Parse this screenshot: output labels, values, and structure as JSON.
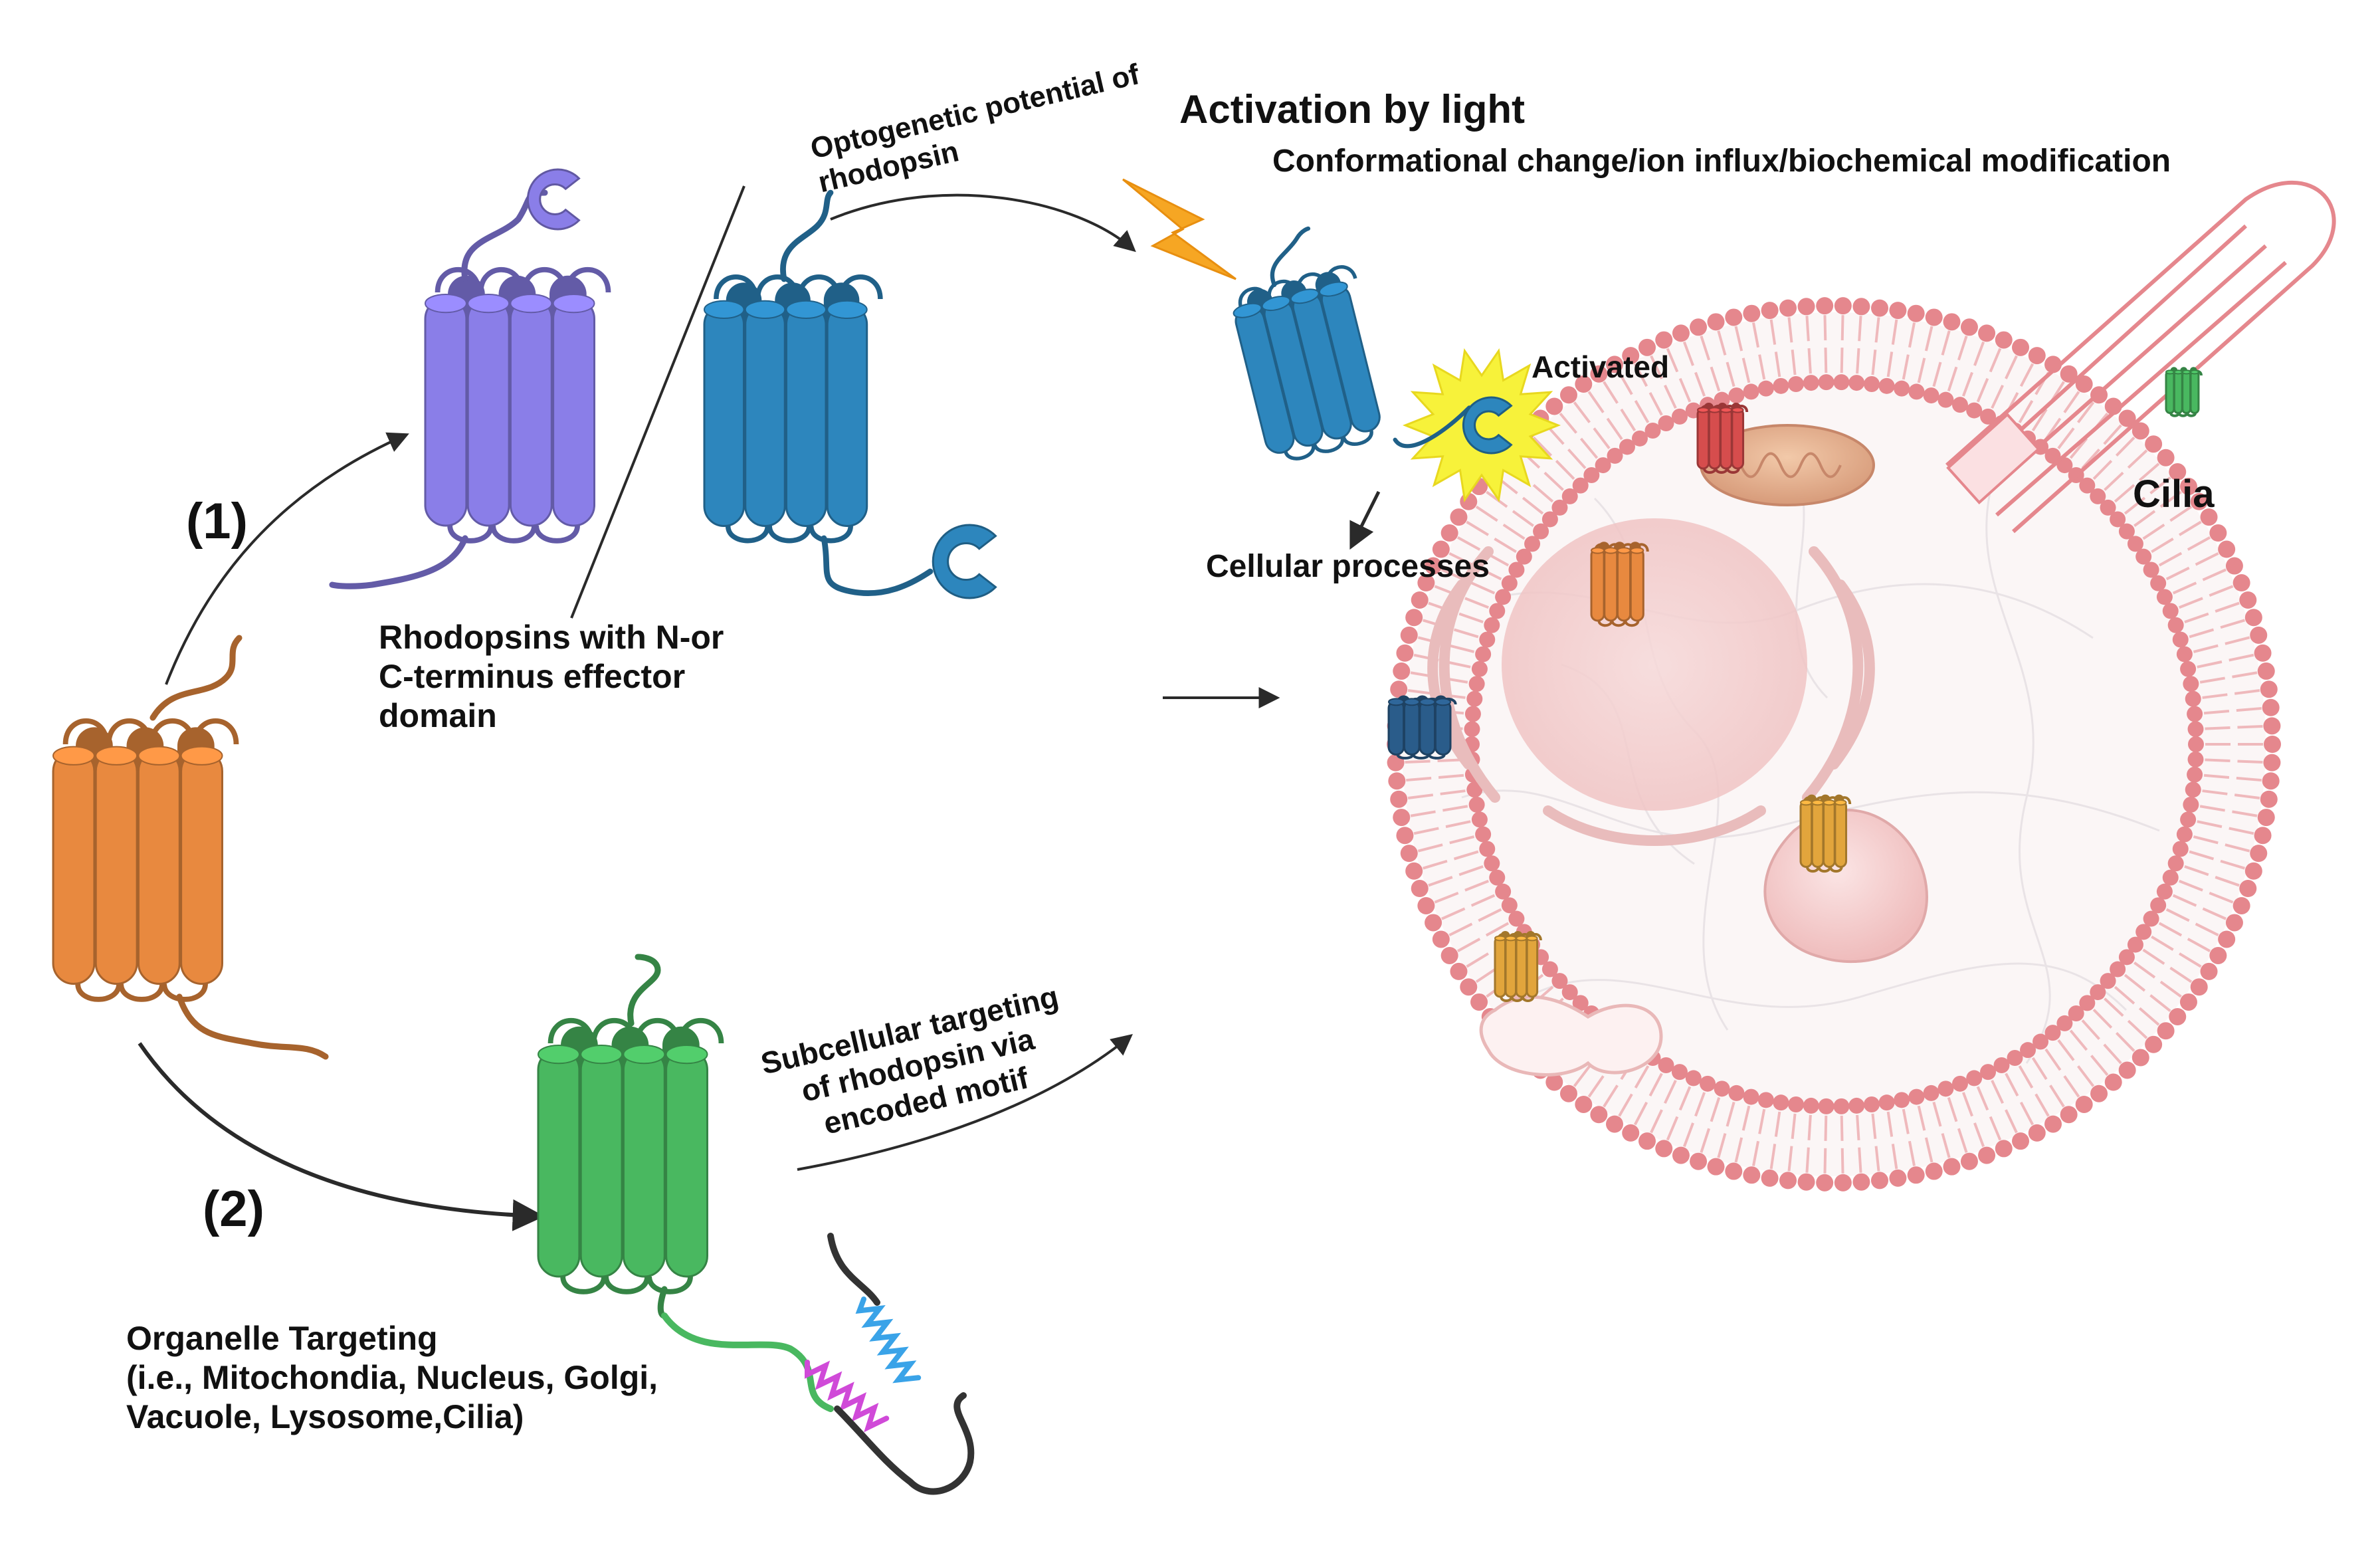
{
  "labels": {
    "step1": "(1)",
    "step2": "(2)",
    "effector_caption": "Rhodopsins with N-or\nC-terminus effector\ndomain",
    "organelle_caption": "Organelle Targeting\n(i.e., Mitochondia, Nucleus, Golgi,\nVacuole, Lysosome,Cilia)",
    "optogenetic": "Optogenetic potential of\nrhodopsin",
    "subcellular": "Subcellular targeting\nof rhodopsin via\nencoded motif",
    "activation_title": "Activation by light",
    "activation_subtitle": "Conformational change/ion influx/biochemical modification",
    "activated": "Activated",
    "cellular_processes": "Cellular processes",
    "cilia": "Cilia"
  },
  "colors": {
    "orange_rhodopsin": "#e8893f",
    "purple_rhodopsin": "#8a7ee8",
    "blue_rhodopsin": "#2d86bd",
    "green_rhodopsin": "#49b860",
    "membrane": "#e5878d",
    "lightning": "#f6a623",
    "activated_burst": "#f7f23a",
    "motif_blue": "#3aa3e8",
    "motif_magenta": "#d04ad8",
    "arrow": "#2a2a2a"
  }
}
